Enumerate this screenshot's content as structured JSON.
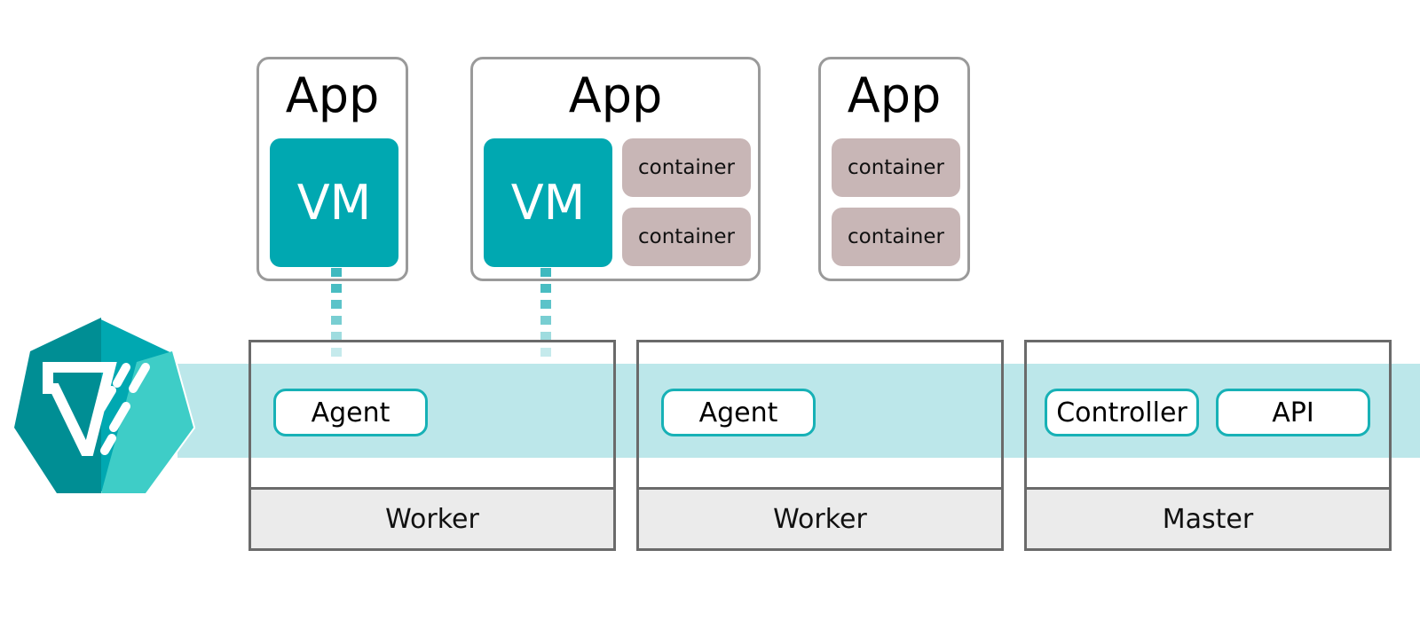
{
  "apps": [
    {
      "title": "App",
      "vm_label": "VM",
      "containers": []
    },
    {
      "title": "App",
      "vm_label": "VM",
      "containers": [
        "container",
        "container"
      ]
    },
    {
      "title": "App",
      "vm_label": null,
      "containers": [
        "container",
        "container"
      ]
    }
  ],
  "nodes": [
    {
      "label": "Worker",
      "components": [
        "Agent"
      ]
    },
    {
      "label": "Worker",
      "components": [
        "Agent"
      ]
    },
    {
      "label": "Master",
      "components": [
        "Controller",
        "API"
      ]
    }
  ],
  "colors": {
    "vm": "#00a8b1",
    "container": "#c8b6b6",
    "band": "#bce7ea",
    "pill_border": "#17b1b6",
    "node_footer": "#ebebeb",
    "logo_dark": "#008e94",
    "logo_light": "#3ecdc7"
  },
  "icons": {
    "logo": "kubevirt-logo-icon"
  }
}
